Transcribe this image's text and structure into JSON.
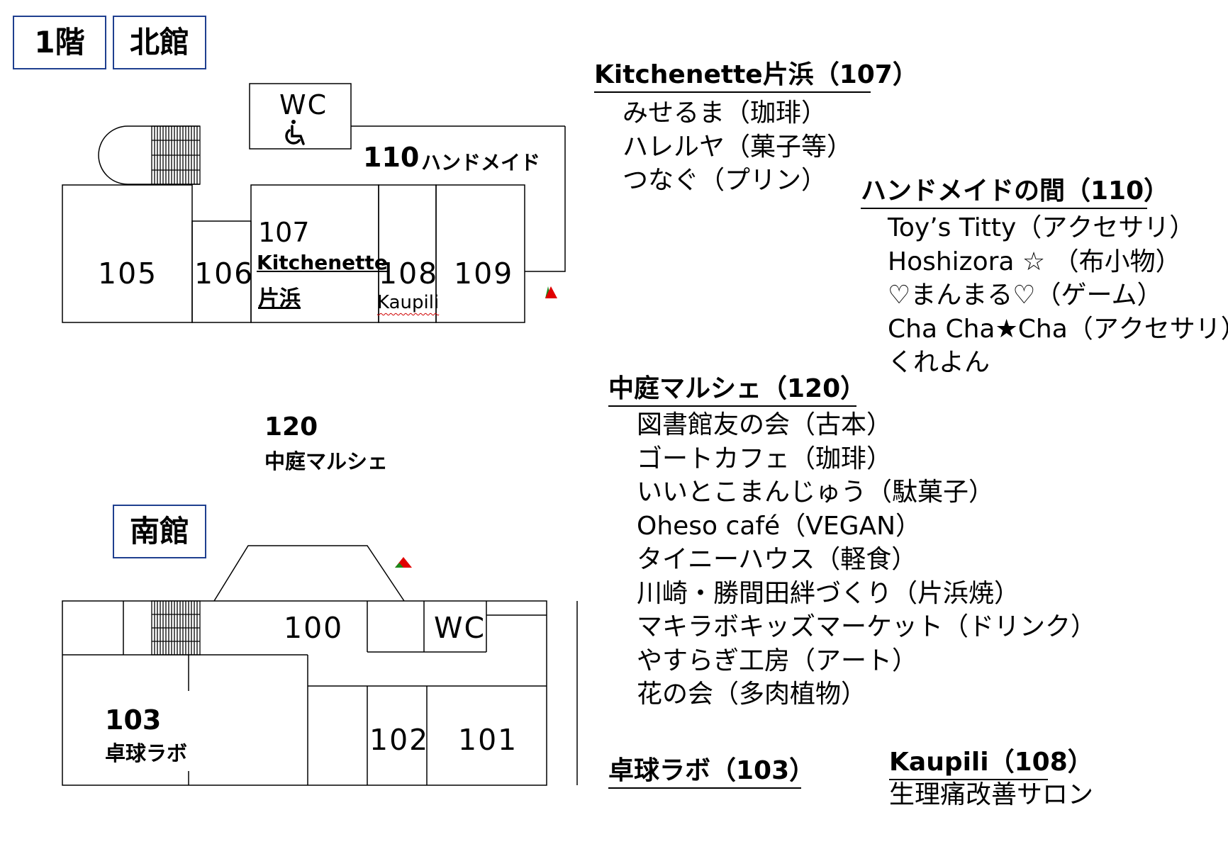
{
  "floor": {
    "level": "1階",
    "north": "北館",
    "south": "南館"
  },
  "north_map": {
    "wc": "WC",
    "r110": {
      "num": "110",
      "name": "ハンドメイド"
    },
    "r105": "105",
    "r106": "106",
    "r107": {
      "num": "107",
      "name1": "Kitchenette",
      "name2": "片浜"
    },
    "r108": {
      "num": "108",
      "name": "Kaupili"
    },
    "r109": "109"
  },
  "courtyard": {
    "num": "120",
    "name": "中庭マルシェ"
  },
  "south_map": {
    "r100": "100",
    "wc": "WC",
    "r103": {
      "num": "103",
      "name": "卓球ラボ"
    },
    "r102": "102",
    "r101": "101"
  },
  "directory": {
    "kitchenette": {
      "heading": "Kitchenette片浜（107）",
      "items": [
        "みせるま（珈琲）",
        "ハレルヤ（菓子等）",
        "つなぐ（プリン）"
      ]
    },
    "handmade": {
      "heading": "ハンドメイドの間（110）",
      "items": [
        "Toy’s Titty（アクセサリ）",
        "Hoshizora ☆ （布小物）",
        "♡まんまる♡（ゲーム）",
        "Cha Cha★Cha（アクセサリ）",
        "くれよん"
      ]
    },
    "marche": {
      "heading": "中庭マルシェ（120）",
      "items": [
        "図書館友の会（古本）",
        "ゴートカフェ（珈琲）",
        "いいとこまんじゅう（駄菓子）",
        "Oheso café（VEGAN）",
        "タイニーハウス（軽食）",
        "川崎・勝間田絆づくり（片浜焼）",
        "マキラボキッズマーケット（ドリンク）",
        "やすらぎ工房（アート）",
        "花の会（多肉植物）"
      ]
    },
    "pingpong": {
      "heading": "卓球ラボ（103）"
    },
    "kaupili": {
      "heading": "Kaupili（108）",
      "desc": "生理痛改善サロン"
    }
  },
  "colors": {
    "badge_border": "#1f3f8f",
    "marker_red": "#e00000",
    "marker_green": "#1a8a1a"
  },
  "icons": [
    "wheelchair-icon",
    "stairs-icon",
    "entrance-marker-icon"
  ]
}
